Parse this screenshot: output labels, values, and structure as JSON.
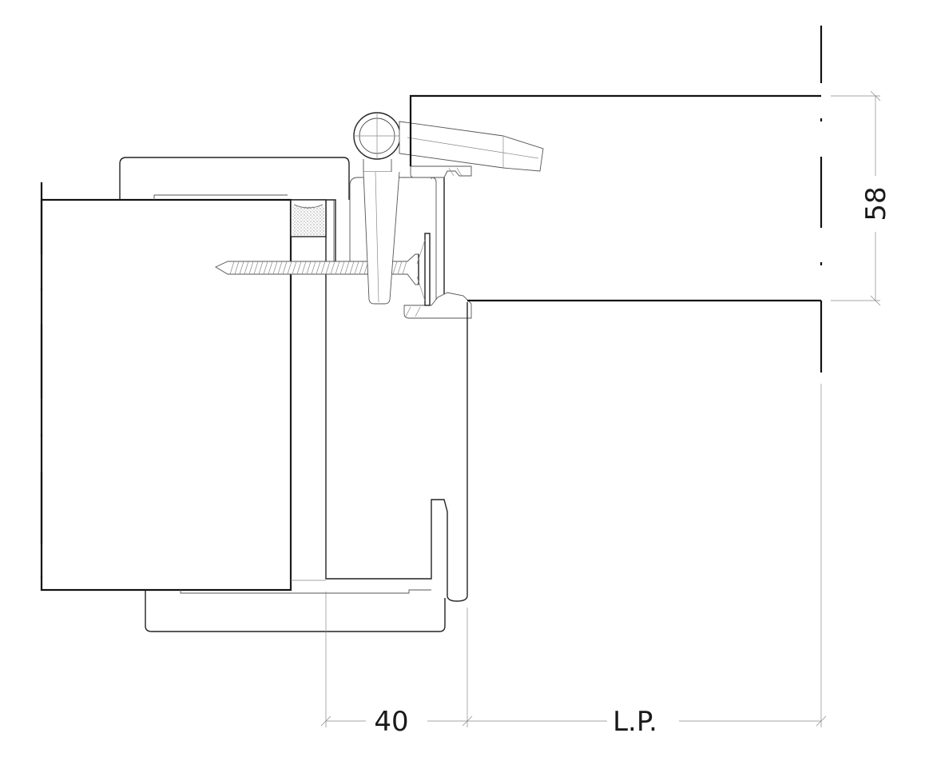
{
  "dimensions": {
    "height_label": "58",
    "width_label": "40",
    "passage_label": "L.P."
  },
  "colors": {
    "line": "#111111",
    "background": "#ffffff"
  }
}
